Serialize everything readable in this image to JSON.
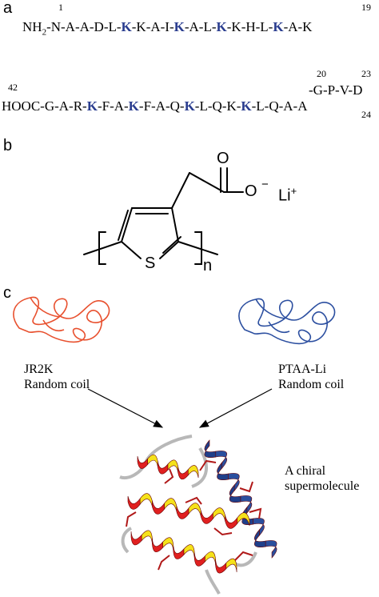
{
  "panels": {
    "a": "a",
    "b": "b",
    "c": "c"
  },
  "sequence": {
    "row1": {
      "prefix": "NH",
      "sub": "2",
      "tokens": [
        {
          "t": "-N-A-A-D-L-"
        },
        {
          "k": "K"
        },
        {
          "t": "-K-A-I-"
        },
        {
          "k": "K"
        },
        {
          "t": "-A-L-"
        },
        {
          "k": "K"
        },
        {
          "t": "-K-H-L-"
        },
        {
          "k": "K"
        },
        {
          "t": "-A-K"
        }
      ],
      "num_start": "1",
      "num_end": "19"
    },
    "row2": {
      "text": "-G-P-V-D",
      "num_start": "20",
      "num_end": "23"
    },
    "row3": {
      "tokens": [
        {
          "t": "HOOC-G-A-R-"
        },
        {
          "k": "K"
        },
        {
          "t": "-F-A-"
        },
        {
          "k": "K"
        },
        {
          "t": "-F-A-Q-"
        },
        {
          "k": "K"
        },
        {
          "t": "-L-Q-K-"
        },
        {
          "k": "K"
        },
        {
          "t": "-L-Q-A-A"
        }
      ],
      "num_start": "42",
      "num_end": "24"
    }
  },
  "chemistry": {
    "oxygen_top": "O",
    "oxygen_side": "O",
    "charge_minus": "−",
    "counterion": "Li",
    "counterion_charge": "+",
    "sulfur": "S",
    "repeat": "n"
  },
  "coils": {
    "left": {
      "name": "JR2K",
      "state": "Random coil",
      "color": "#e8502e"
    },
    "right": {
      "name": "PTAA-Li",
      "state": "Random coil",
      "color": "#2c4fa0"
    }
  },
  "product": {
    "line1": "A chiral",
    "line2": "supermolecule"
  },
  "colors": {
    "lysine": "#2a3d8f",
    "helix_red": "#e02020",
    "helix_yellow": "#f5e21a",
    "helix_blue": "#1f3f8a",
    "loop_grey": "#b8b8b8"
  }
}
